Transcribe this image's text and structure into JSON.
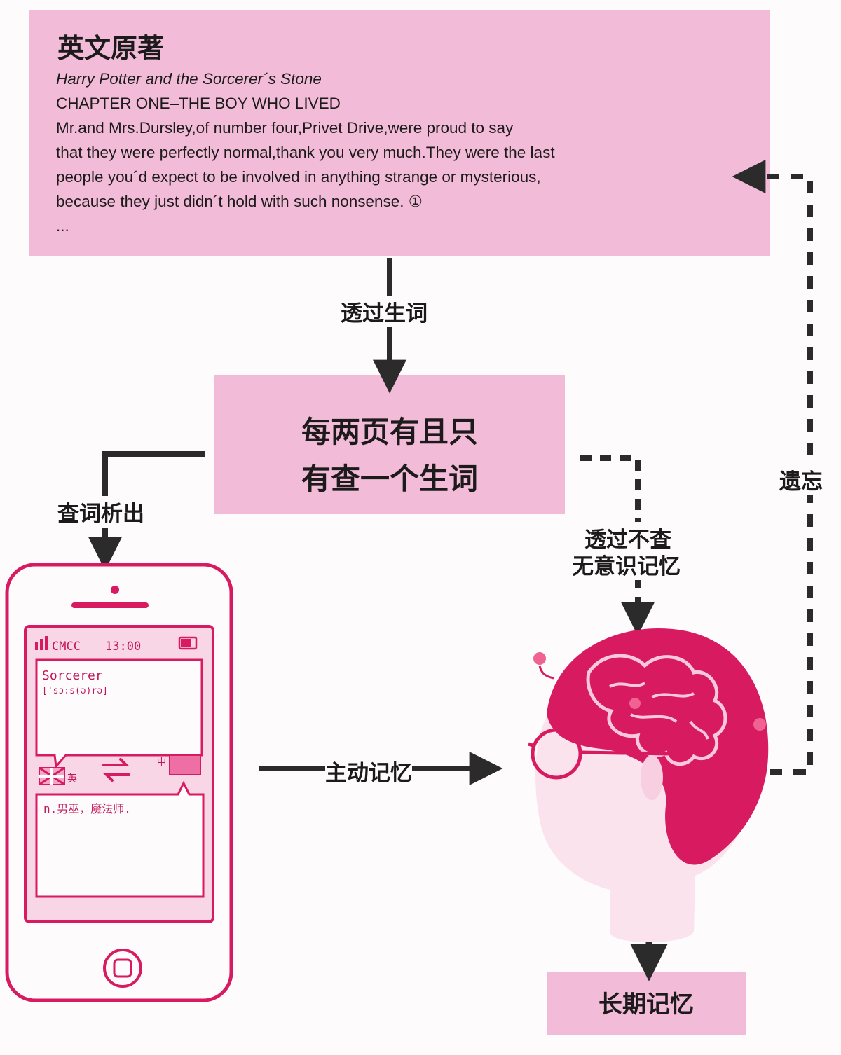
{
  "source_text": {
    "title": "英文原著",
    "book_title": "Harry Potter and the Sorcerer´s Stone",
    "chapter": "CHAPTER ONE–THE BOY WHO LIVED",
    "lines": [
      "Mr.and Mrs.Dursley,of number four,Privet Drive,were proud to say",
      "that they were perfectly normal,thank you very much.They were the last",
      "people you´d expect to be involved in anything strange or mysterious,",
      "because they just didn´t hold with such nonsense.  ①",
      "..."
    ]
  },
  "rule": {
    "line1": "每两页有且只",
    "line2": "有查一个生词"
  },
  "labels": {
    "via_new_words": "透过生词",
    "lookup_output": "查词析出",
    "no_lookup_line1": "透过不查",
    "no_lookup_line2": "无意识记忆",
    "forget": "遗忘",
    "active_memory": "主动记忆",
    "long_term_memory": "长期记忆"
  },
  "phone": {
    "carrier": "CMCC",
    "time": "13:00",
    "word": "Sorcerer",
    "phonetic": "['sɔ:s(ə)rə]",
    "lang_en": "英",
    "lang_zh": "中",
    "translation": "n.男巫，魔法师."
  },
  "colors": {
    "pink_box": "#f2bcd8",
    "magenta": "#d81b60",
    "arrow": "#2b2b2b"
  }
}
